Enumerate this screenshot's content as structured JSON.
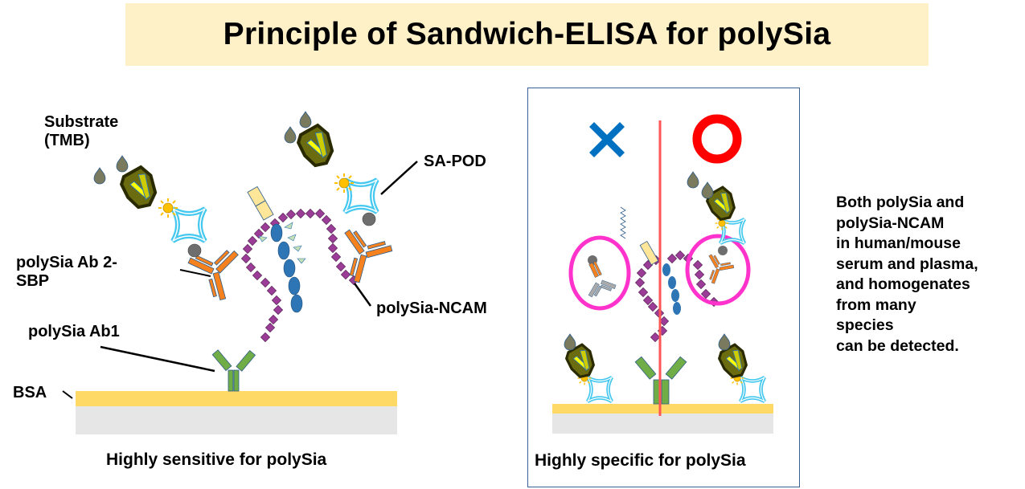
{
  "title": "Principle of Sandwich-ELISA for polySia",
  "left_diagram": {
    "labels": {
      "substrate_line1": "Substrate",
      "substrate_line2": "(TMB)",
      "sa_pod": "SA-POD",
      "ab2_line1": "polySia Ab 2-",
      "ab2_line2": "SBP",
      "polysia_ncam": "polySia-NCAM",
      "ab1": "polySia Ab1",
      "bsa": "BSA"
    },
    "caption": "Highly sensitive for polySia"
  },
  "right_diagram": {
    "wrong_mark_icon": "cross-icon",
    "correct_mark_icon": "circle-icon",
    "caption": "Highly specific for polySia"
  },
  "side_note": {
    "lines": [
      "Both polySia and",
      "polySia-NCAM",
      "in human/mouse",
      "serum and plasma,",
      "and homogenates",
      "from many",
      "species",
      "can be detected."
    ]
  },
  "colors": {
    "title_bg": "#fef0c7",
    "bsa_layer": "#ffd966",
    "plate": "#e6e6e6",
    "ab1": "#70ad47",
    "ab2": "#f5821f",
    "streptavidin": "#45c8f0",
    "polysia": "#9b3c96",
    "ncam": "#2e75b6",
    "cross": "#0070c0",
    "circle": "#ff0000",
    "highlight_ring": "#ff33cc",
    "divider": "#ff5555",
    "panel_border": "#3a5f9a"
  }
}
